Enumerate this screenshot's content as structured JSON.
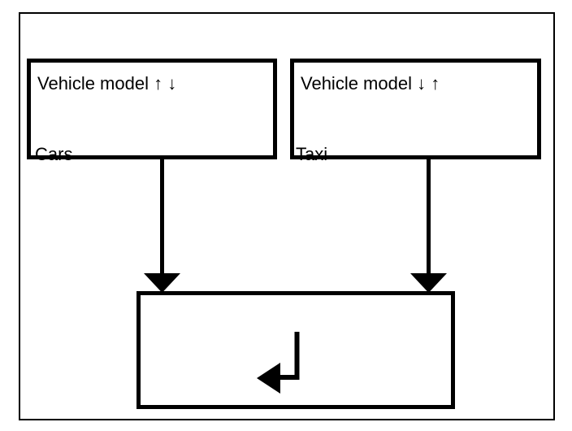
{
  "colors": {
    "stroke": "#000000",
    "background": "#ffffff"
  },
  "nodes": {
    "cars": {
      "title": "Vehicle model ↑ ↓",
      "label": "Cars"
    },
    "taxi": {
      "title": "Vehicle model ↓ ↑",
      "label": "Taxi"
    },
    "merge": {
      "icon": "carriage-return-icon"
    }
  },
  "connections": [
    {
      "from": "cars",
      "to": "merge"
    },
    {
      "from": "taxi",
      "to": "merge"
    }
  ]
}
